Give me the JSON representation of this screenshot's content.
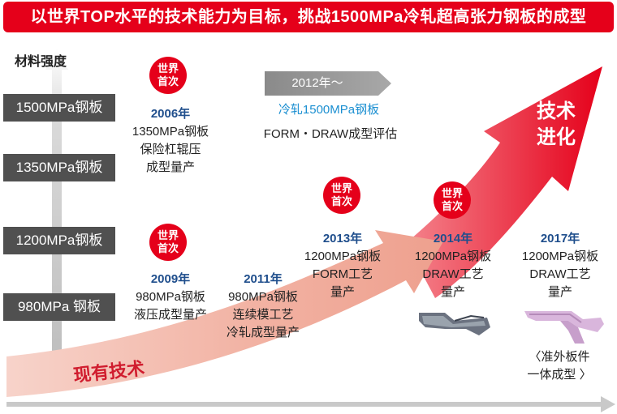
{
  "banner": {
    "title": "以世界TOP水平的技术能力为目标，挑战1500MPa冷轧超高张力钢板的成型"
  },
  "axis": {
    "title": "材料强度",
    "levels": [
      "1500MPa钢板",
      "1350MPa钢板",
      "1200MPa钢板",
      "980MPa 钢板"
    ]
  },
  "badge": {
    "line1": "世界",
    "line2": "首次"
  },
  "milestones": {
    "m2006": {
      "year": "2006年",
      "lines": [
        "1350MPa钢板",
        "保险杠辊压",
        "成型量产"
      ]
    },
    "m2009": {
      "year": "2009年",
      "lines": [
        "980MPa钢板",
        "液压成型量产"
      ]
    },
    "m2011": {
      "year": "2011年",
      "lines": [
        "980MPa钢板",
        "连续模工艺",
        "冷轧成型量产"
      ]
    },
    "m2013": {
      "year": "2013年",
      "lines": [
        "1200MPa钢板",
        "FORM工艺",
        "量产"
      ]
    },
    "m2014": {
      "year": "2014年",
      "lines": [
        "1200MPa钢板",
        "DRAW工艺",
        "量产"
      ]
    },
    "m2017": {
      "year": "2017年",
      "lines": [
        "1200MPa钢板",
        "DRAW工艺",
        "量产"
      ]
    }
  },
  "future": {
    "tag": "2012年～",
    "blue_note": "冷轧1500MPa钢板",
    "black_note": "FORM・DRAW成型评估"
  },
  "evolution": {
    "line1": "技术",
    "line2": "进化"
  },
  "current_tech": "现有技术",
  "product_caption": {
    "line1": "〈准外板件",
    "line2": "一体成型 〉"
  },
  "colors": {
    "brand_red": "#e5001a",
    "year_blue": "#1f4e8c",
    "note_blue": "#1b8fd1",
    "level_gray": "#505050",
    "arrow_pink": "#f2b4a6"
  }
}
